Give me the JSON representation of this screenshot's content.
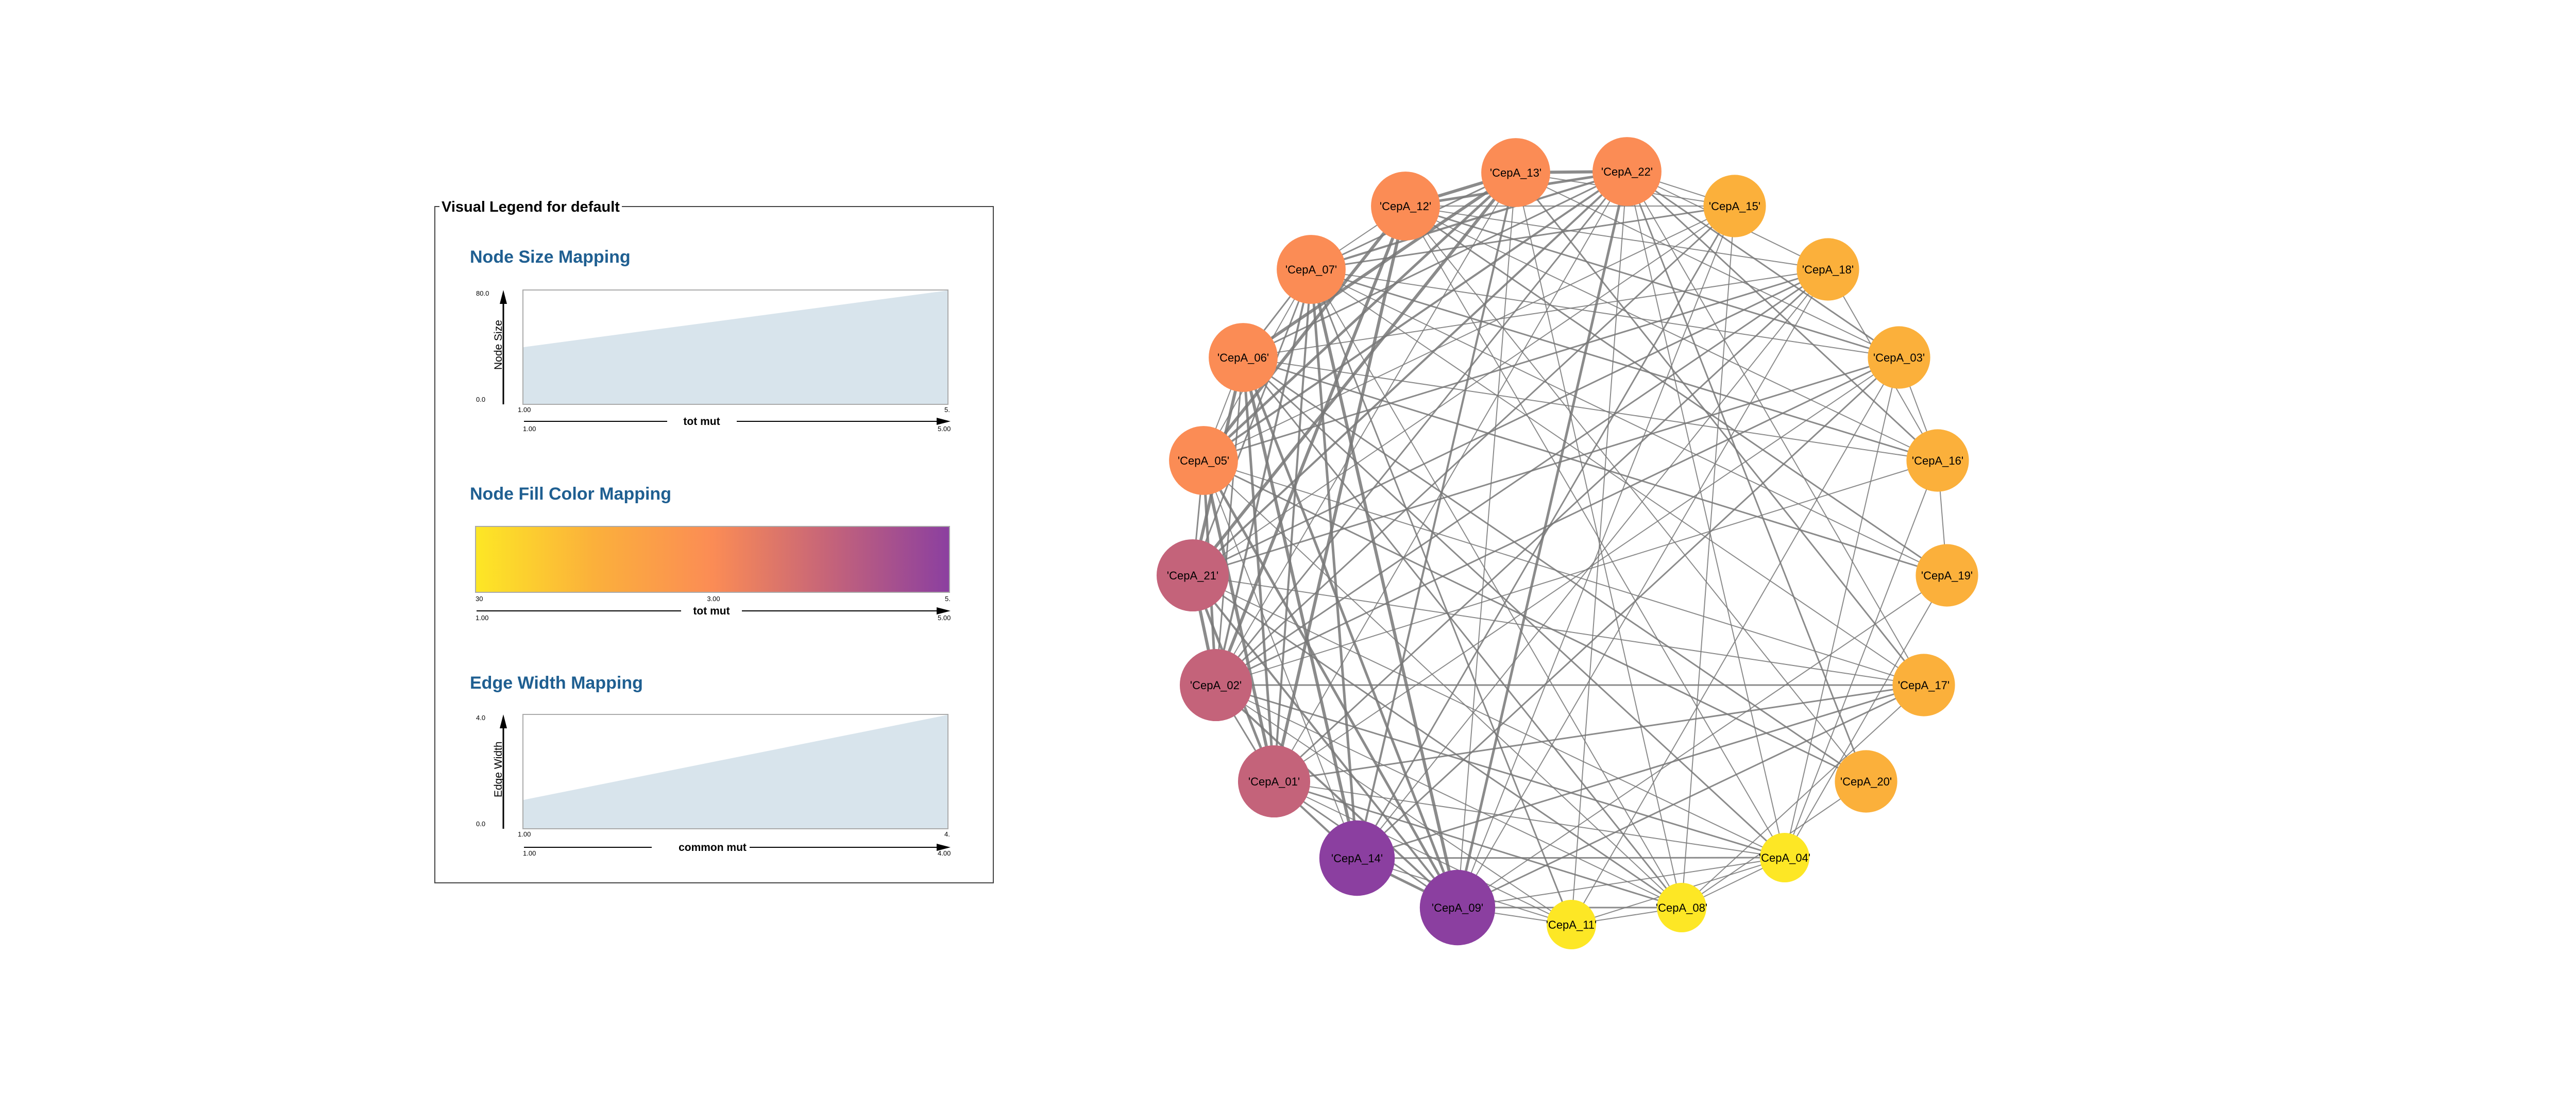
{
  "legend": {
    "title": "Visual Legend for default",
    "node_size": {
      "title": "Node Size Mapping",
      "y_label": "Node Size",
      "y_max": "80.0",
      "y_min": "0.0",
      "x_label": "tot mut",
      "x_start_top": "1.00",
      "x_end_top": "5.",
      "x_start": "1.00",
      "x_end": "5.00",
      "fill_fraction_start": 0.5,
      "fill_fraction_end": 1.0
    },
    "node_color": {
      "title": "Node Fill Color Mapping",
      "x_label": "tot mut",
      "tick_left": "30",
      "tick_mid": "3.00",
      "tick_right": "5.",
      "x_start": "1.00",
      "x_end": "5.00",
      "gradient": [
        "#fde725",
        "#fbb03b",
        "#fb8c55",
        "#c4637a",
        "#8b3fa0"
      ]
    },
    "edge_width": {
      "title": "Edge Width Mapping",
      "y_label": "Edge Width",
      "y_max": "4.0",
      "y_min": "0.0",
      "x_label": "common mut",
      "x_start_top": "1.00",
      "x_end_top": "4.",
      "x_start": "1.00",
      "x_end": "4.00",
      "fill_fraction_start": 0.25,
      "fill_fraction_end": 1.0
    }
  },
  "colors": {
    "yellow": "#fde725",
    "light_orange": "#fbb03b",
    "orange": "#fb8c55",
    "rose": "#c4637a",
    "purple": "#8b3fa0",
    "edge": "#777777",
    "legend_fill": "#d8e4ec",
    "section_title": "#1f5f91"
  },
  "nodes": [
    {
      "id": "'CepA_13'",
      "color": "orange",
      "tot_mut": 4
    },
    {
      "id": "'CepA_22'",
      "color": "orange",
      "tot_mut": 4
    },
    {
      "id": "'CepA_15'",
      "color": "light_orange",
      "tot_mut": 3
    },
    {
      "id": "'CepA_18'",
      "color": "light_orange",
      "tot_mut": 3
    },
    {
      "id": "'CepA_03'",
      "color": "light_orange",
      "tot_mut": 3
    },
    {
      "id": "'CepA_16'",
      "color": "light_orange",
      "tot_mut": 3
    },
    {
      "id": "'CepA_19'",
      "color": "light_orange",
      "tot_mut": 3
    },
    {
      "id": "'CepA_17'",
      "color": "light_orange",
      "tot_mut": 3
    },
    {
      "id": "'CepA_20'",
      "color": "light_orange",
      "tot_mut": 3
    },
    {
      "id": "'CepA_04'",
      "color": "yellow",
      "tot_mut": 1
    },
    {
      "id": "'CepA_08'",
      "color": "yellow",
      "tot_mut": 1
    },
    {
      "id": "'CepA_11'",
      "color": "yellow",
      "tot_mut": 1
    },
    {
      "id": "'CepA_09'",
      "color": "purple",
      "tot_mut": 5
    },
    {
      "id": "'CepA_14'",
      "color": "purple",
      "tot_mut": 5
    },
    {
      "id": "'CepA_01'",
      "color": "rose",
      "tot_mut": 4.5
    },
    {
      "id": "'CepA_02'",
      "color": "rose",
      "tot_mut": 4.5
    },
    {
      "id": "'CepA_21'",
      "color": "rose",
      "tot_mut": 4.5
    },
    {
      "id": "'CepA_05'",
      "color": "orange",
      "tot_mut": 4
    },
    {
      "id": "'CepA_06'",
      "color": "orange",
      "tot_mut": 4
    },
    {
      "id": "'CepA_07'",
      "color": "orange",
      "tot_mut": 4
    },
    {
      "id": "'CepA_12'",
      "color": "orange",
      "tot_mut": 4
    }
  ]
}
